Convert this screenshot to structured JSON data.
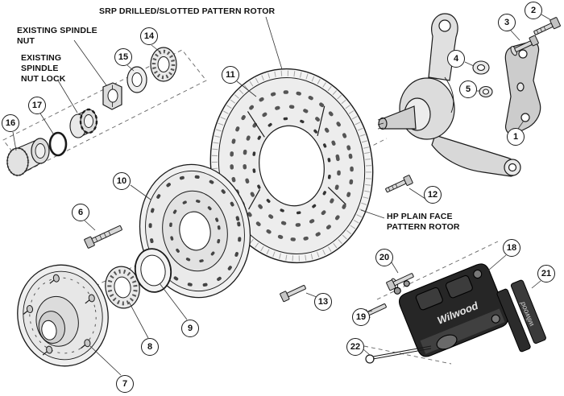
{
  "diagram": {
    "labels": {
      "srp_rotor": "SRP DRILLED/SLOTTED PATTERN ROTOR",
      "existing_spindle_nut": "EXISTING SPINDLE\nNUT",
      "existing_spindle_nut_lock": "EXISTING\nSPINDLE\nNUT LOCK",
      "hp_rotor": "HP PLAIN FACE\nPATTERN ROTOR"
    },
    "brand": {
      "caliper_logo": "Wilwood",
      "pad_logo": "wilwood"
    },
    "colors": {
      "line": "#1a1a1a",
      "background": "#ffffff",
      "caliper_body": "#262626"
    },
    "callouts": [
      {
        "num": "1"
      },
      {
        "num": "2"
      },
      {
        "num": "3"
      },
      {
        "num": "4"
      },
      {
        "num": "5"
      },
      {
        "num": "6"
      },
      {
        "num": "7"
      },
      {
        "num": "8"
      },
      {
        "num": "9"
      },
      {
        "num": "10"
      },
      {
        "num": "11"
      },
      {
        "num": "12"
      },
      {
        "num": "13"
      },
      {
        "num": "14"
      },
      {
        "num": "15"
      },
      {
        "num": "16"
      },
      {
        "num": "17"
      },
      {
        "num": "18"
      },
      {
        "num": "19"
      },
      {
        "num": "20"
      },
      {
        "num": "21"
      },
      {
        "num": "22"
      }
    ]
  }
}
